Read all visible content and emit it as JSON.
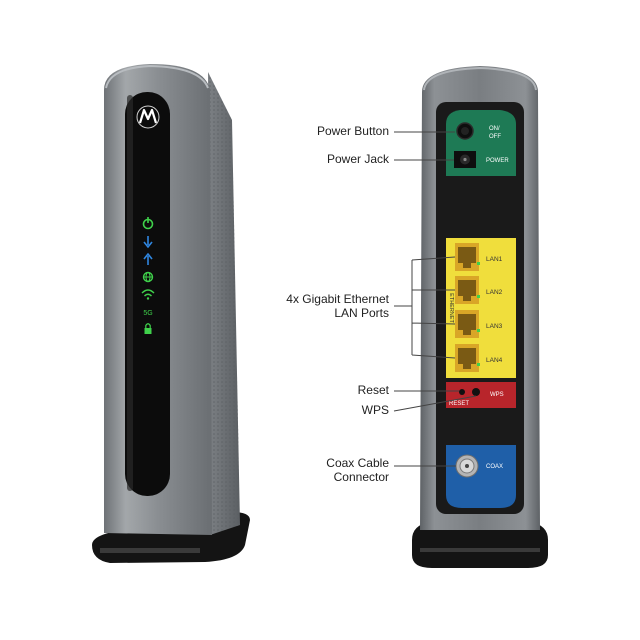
{
  "callouts": {
    "power_button": "Power Button",
    "power_jack": "Power Jack",
    "ethernet_line1": "4x Gigabit Ethernet",
    "ethernet_line2": "LAN Ports",
    "reset": "Reset",
    "wps": "WPS",
    "coax_line1": "Coax Cable",
    "coax_line2": "Connector"
  },
  "back_panel": {
    "on_off": [
      "ON/",
      "OFF"
    ],
    "power": "POWER",
    "ethernet_vertical": "ETHERNET",
    "lan_ports": [
      "LAN1",
      "LAN2",
      "LAN3",
      "LAN4"
    ],
    "reset_label": "RESET",
    "wps_label": "WPS",
    "coax_label": "COAX"
  },
  "front_panel": {
    "logo": "M",
    "indicator_icons": [
      "power-icon",
      "download-icon",
      "upload-icon",
      "globe-icon",
      "wifi-icon",
      "wifi-5ghz-icon",
      "lock-icon"
    ],
    "led_text_5g": "5G",
    "led_color": "#3fd14b"
  },
  "colors": {
    "power_panel": "#1e7a55",
    "lan_panel": "#f0de3c",
    "reset_panel": "#b8252b",
    "coax_panel": "#1f5fa8",
    "body": "#8a8e92"
  }
}
